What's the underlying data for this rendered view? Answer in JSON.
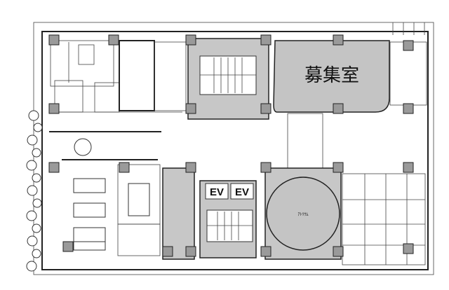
{
  "plan": {
    "vacancy_label": "募集室",
    "elevator_labels": [
      "EV",
      "EV"
    ],
    "atrium_label": "ｱﾄﾘｳﾑ"
  }
}
